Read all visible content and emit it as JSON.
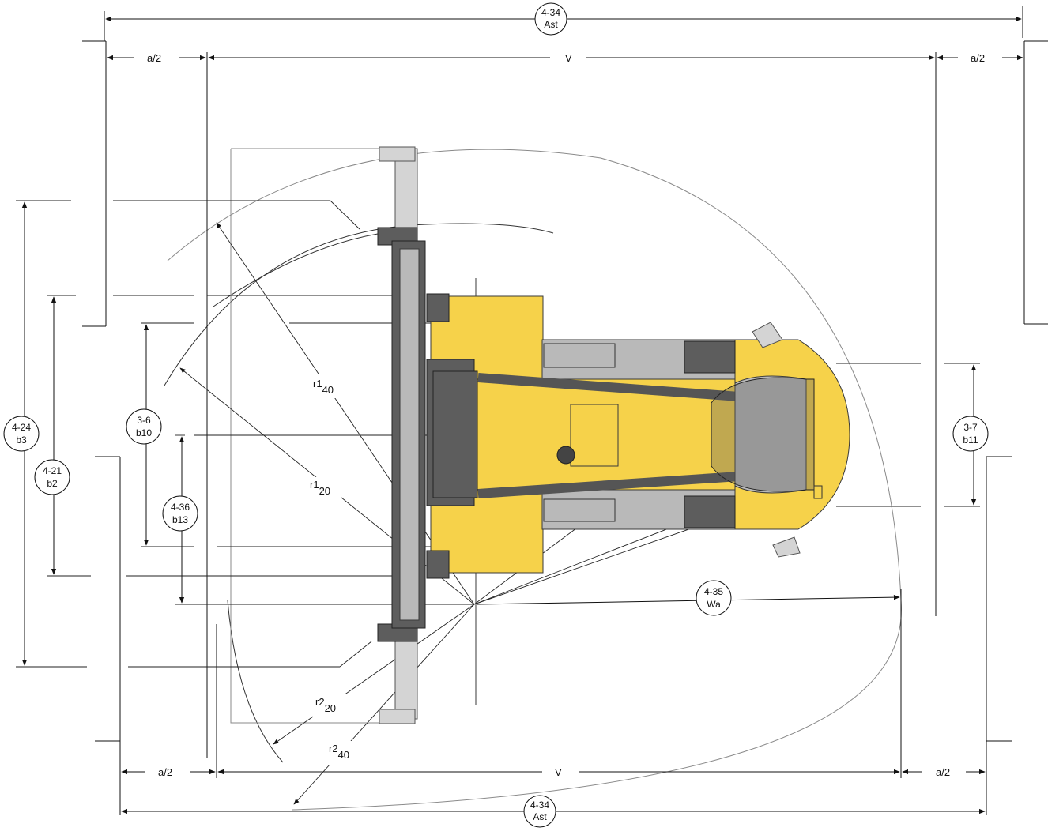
{
  "diagram": {
    "top_total": {
      "code": "4-34",
      "symbol": "Ast"
    },
    "bottom_total": {
      "code": "4-34",
      "symbol": "Ast"
    },
    "half_aisle": "a/2",
    "vehicle_length": "V",
    "callouts": [
      {
        "code": "4-24",
        "symbol": "b3"
      },
      {
        "code": "4-21",
        "symbol": "b2"
      },
      {
        "code": "3-6",
        "symbol": "b10"
      },
      {
        "code": "4-36",
        "symbol": "b13"
      },
      {
        "code": "3-7",
        "symbol": "b11"
      },
      {
        "code": "4-35",
        "symbol": "Wa"
      }
    ],
    "radii": [
      {
        "base": "r1",
        "sub": "40"
      },
      {
        "base": "r1",
        "sub": "20"
      },
      {
        "base": "r2",
        "sub": "20"
      },
      {
        "base": "r2",
        "sub": "40"
      }
    ],
    "colors": {
      "body": "#f6d24a",
      "panel": "#b9b9b9",
      "dark": "#5d5d5d",
      "line": "#111111"
    }
  }
}
